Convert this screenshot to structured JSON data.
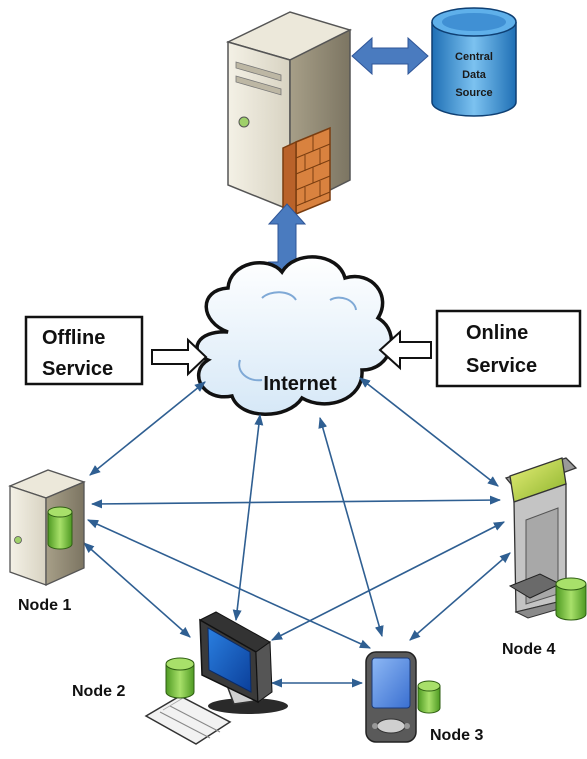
{
  "central_server": {
    "icon": "server-firewall-icon"
  },
  "data_source": {
    "line1": "Central",
    "line2": "Data",
    "line3": "Source",
    "icon": "database-cylinder-icon"
  },
  "internet": {
    "label": "Internet",
    "icon": "cloud-icon"
  },
  "offline_service": {
    "line1": "Offline",
    "line2": "Service"
  },
  "online_service": {
    "line1": "Online",
    "line2": "Service"
  },
  "nodes": [
    {
      "label": "Node 1",
      "icon": "server-node-icon"
    },
    {
      "label": "Node 2",
      "icon": "desktop-computer-icon"
    },
    {
      "label": "Node 3",
      "icon": "pda-device-icon"
    },
    {
      "label": "Node 4",
      "icon": "kiosk-icon"
    }
  ],
  "colors": {
    "arrow_blue": "#4a7bbf",
    "connector": "#2f5f92",
    "database": "#3b8fd0",
    "node_db": "#6fb43a",
    "firewall": "#d9823f"
  }
}
